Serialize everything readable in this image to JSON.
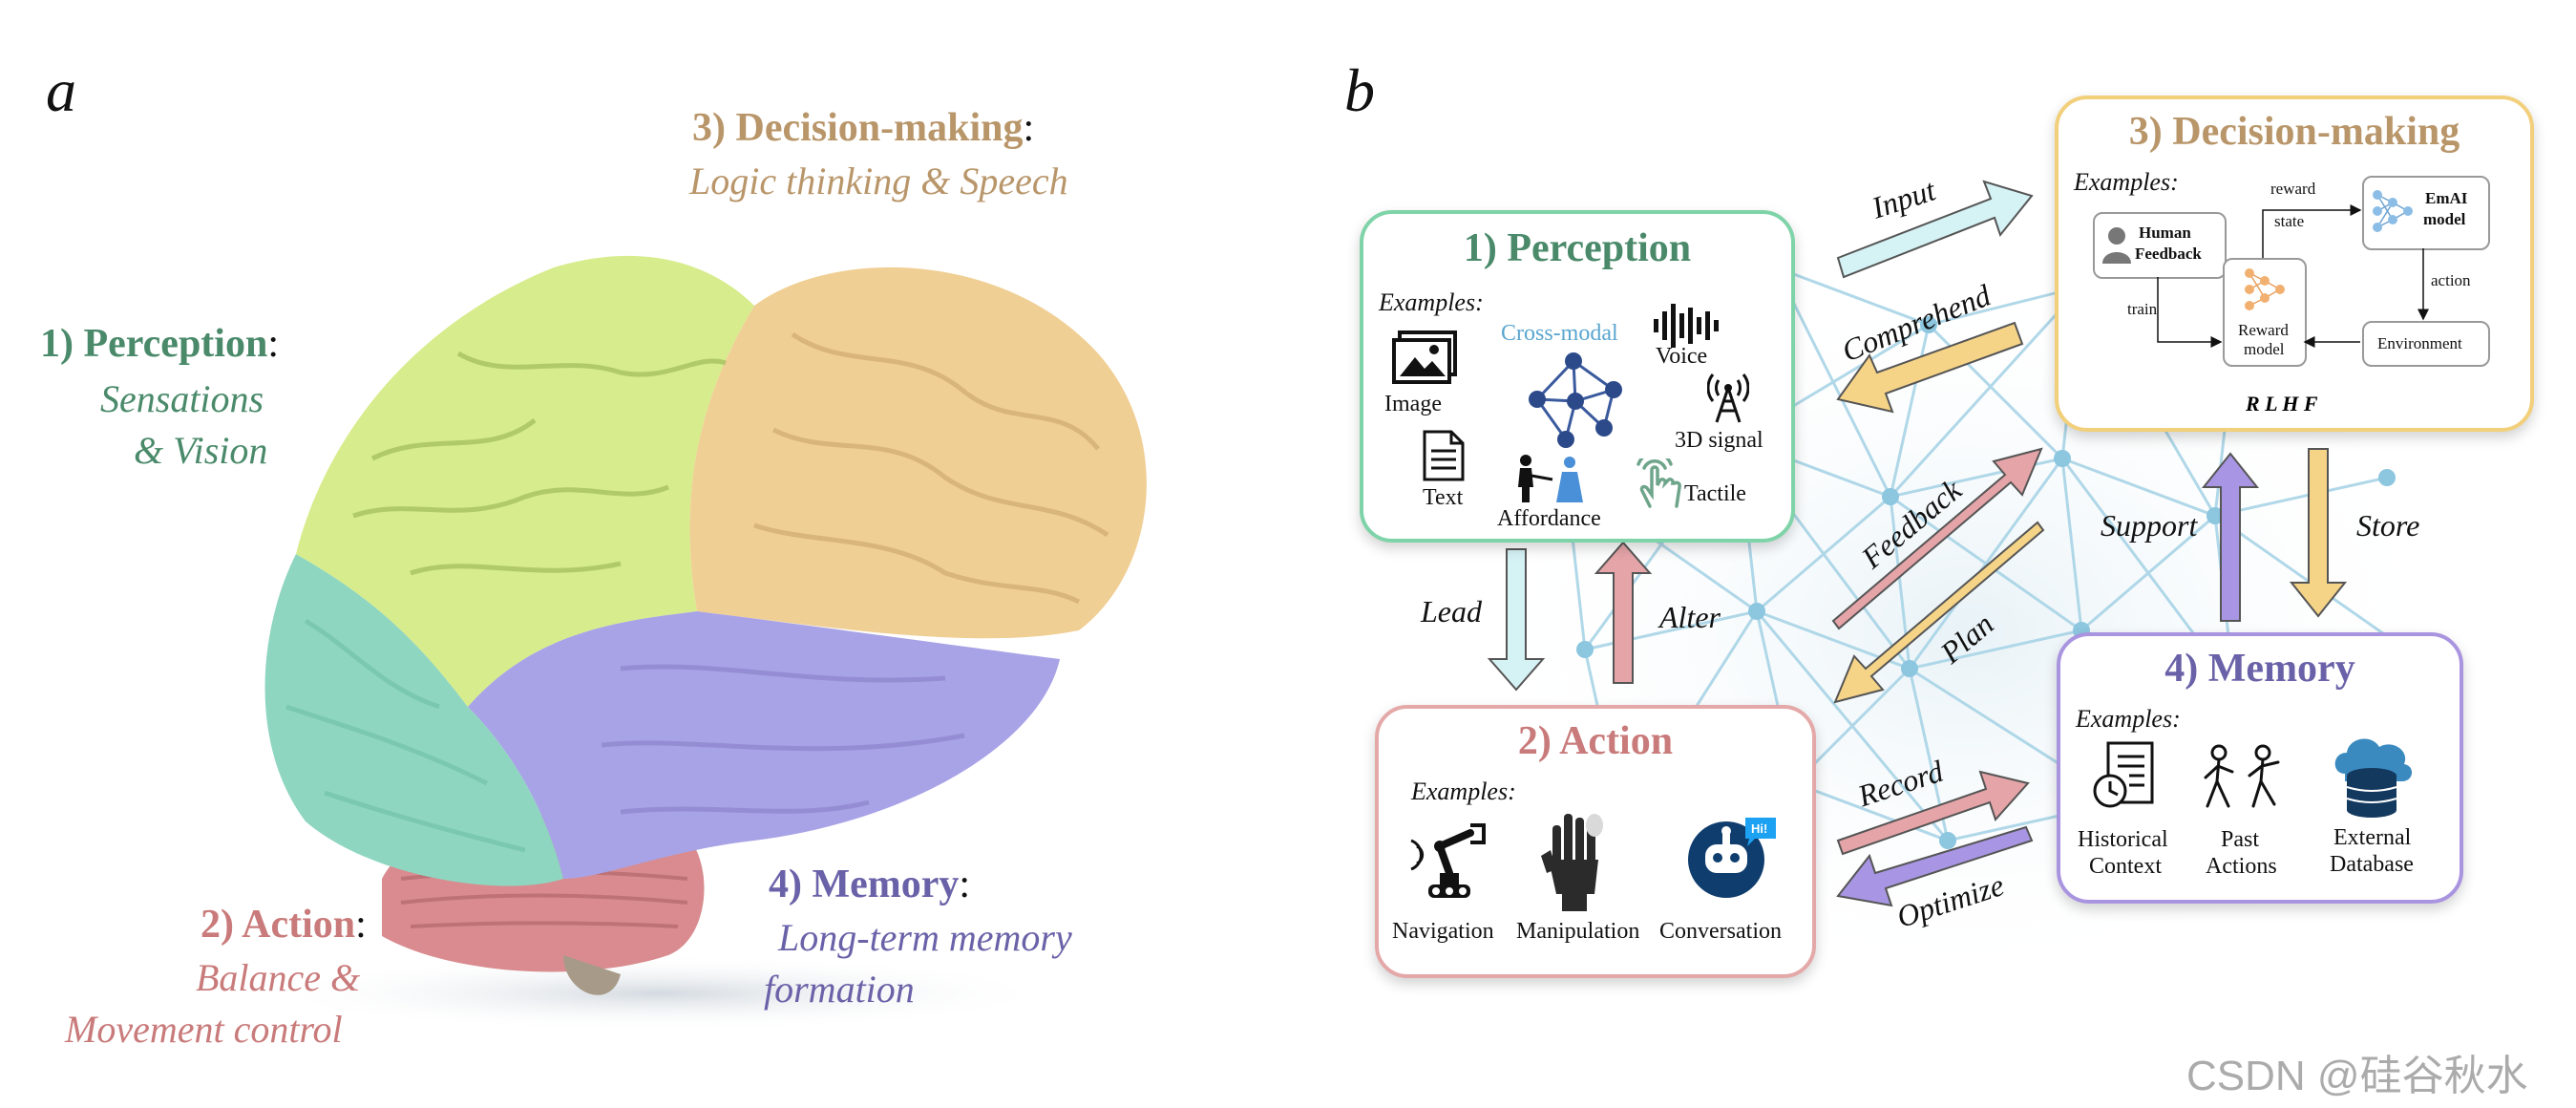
{
  "panel_a": {
    "letter": "a",
    "perception": {
      "title": "1) Perception",
      "desc_line1": "Sensations",
      "desc_line2": "& Vision"
    },
    "decision": {
      "title": "3) Decision-making",
      "desc": "Logic thinking & Speech"
    },
    "action": {
      "title": "2) Action",
      "desc_line1": "Balance &",
      "desc_line2": "Movement control"
    },
    "memory": {
      "title": "4) Memory",
      "desc_line1": "Long-term memory",
      "desc_line2": "formation"
    },
    "colon": ":"
  },
  "panel_b": {
    "letter": "b",
    "perception": {
      "title": "1) Perception",
      "examples": "Examples:",
      "items": {
        "image": "Image",
        "cross_modal": "Cross-modal",
        "voice": "Voice",
        "signal": "3D signal",
        "text": "Text",
        "affordance": "Affordance",
        "tactile": "Tactile"
      }
    },
    "action": {
      "title": "2) Action",
      "examples": "Examples:",
      "items": {
        "navigation": "Navigation",
        "manipulation": "Manipulation",
        "conversation": "Conversation"
      }
    },
    "decision": {
      "title": "3) Decision-making",
      "examples": "Examples:",
      "rlhf": {
        "human": "Human",
        "feedback": "Feedback",
        "reward": "reward",
        "state": "state",
        "model_line1": "EmAI",
        "model_line2": "model",
        "action": "action",
        "train": "train",
        "reward_model_line1": "Reward",
        "reward_model_line2": "model",
        "environment": "Environment",
        "label": "R L H F"
      }
    },
    "memory": {
      "title": "4) Memory",
      "examples": "Examples:",
      "items": {
        "historical_line1": "Historical",
        "historical_line2": "Context",
        "past_line1": "Past",
        "past_line2": "Actions",
        "external_line1": "External",
        "external_line2": "Database"
      }
    },
    "arrows": {
      "input": "Input",
      "comprehend": "Comprehend",
      "lead": "Lead",
      "alter": "Alter",
      "feedback": "Feedback",
      "plan": "Plan",
      "support": "Support",
      "store": "Store",
      "record": "Record",
      "optimize": "Optimize"
    }
  },
  "colors": {
    "perception": "#4a8a6a",
    "decision": "#b9966a",
    "action": "#c97a7a",
    "memory": "#6a62a8",
    "perception_border": "#7fd3a8",
    "action_border": "#e4a8a8",
    "decision_border": "#f2cf7a",
    "memory_border": "#a994e0",
    "network": "#9fd0e4"
  },
  "watermark": "CSDN @硅谷秋水",
  "hi_badge": "Hi!"
}
